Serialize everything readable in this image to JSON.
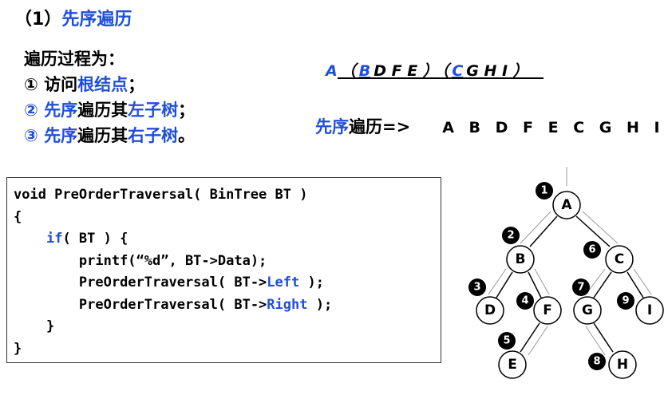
{
  "title": {
    "number": "（1）",
    "text": "先序遍历"
  },
  "steps": {
    "intro": "遍历过程为：",
    "step1": {
      "prefix": "① 访问",
      "highlight": "根结点",
      "suffix": "；"
    },
    "step2": {
      "prefix": "② 先序",
      "middle": "遍历其",
      "highlight": "左子树",
      "suffix": "；"
    },
    "step3": {
      "prefix": "③ 先序",
      "middle": "遍历其",
      "highlight": "右子树",
      "suffix": "。"
    }
  },
  "sequence": {
    "root": "A",
    "left_open": "（",
    "left_first": "B",
    "left_rest": "D F E ）",
    "right_open": "（",
    "right_first": "C",
    "right_rest": "G H I ）"
  },
  "result": {
    "label": "先序",
    "label2": "遍历=>",
    "sequence": "A B D F E C G H I"
  },
  "code": {
    "line1": "void PreOrderTraversal( BinTree BT )",
    "line2": "{",
    "line3_kw": "if",
    "line3_rest": "( BT ) {",
    "line4": "printf(“%d”, BT->Data);",
    "line5_pre": "PreOrderTraversal( BT->",
    "line5_kw": "Left",
    "line5_post": " );",
    "line6_pre": "PreOrderTraversal( BT->",
    "line6_kw": "Right",
    "line6_post": " );",
    "line7": "}",
    "line8": "}"
  },
  "tree": {
    "nodes": [
      "A",
      "B",
      "C",
      "D",
      "F",
      "G",
      "I",
      "E",
      "H"
    ],
    "order_badges": [
      "1",
      "2",
      "3",
      "4",
      "5",
      "6",
      "7",
      "8",
      "9"
    ]
  },
  "colors": {
    "accent": "#1f4fd8",
    "text": "#000000"
  }
}
